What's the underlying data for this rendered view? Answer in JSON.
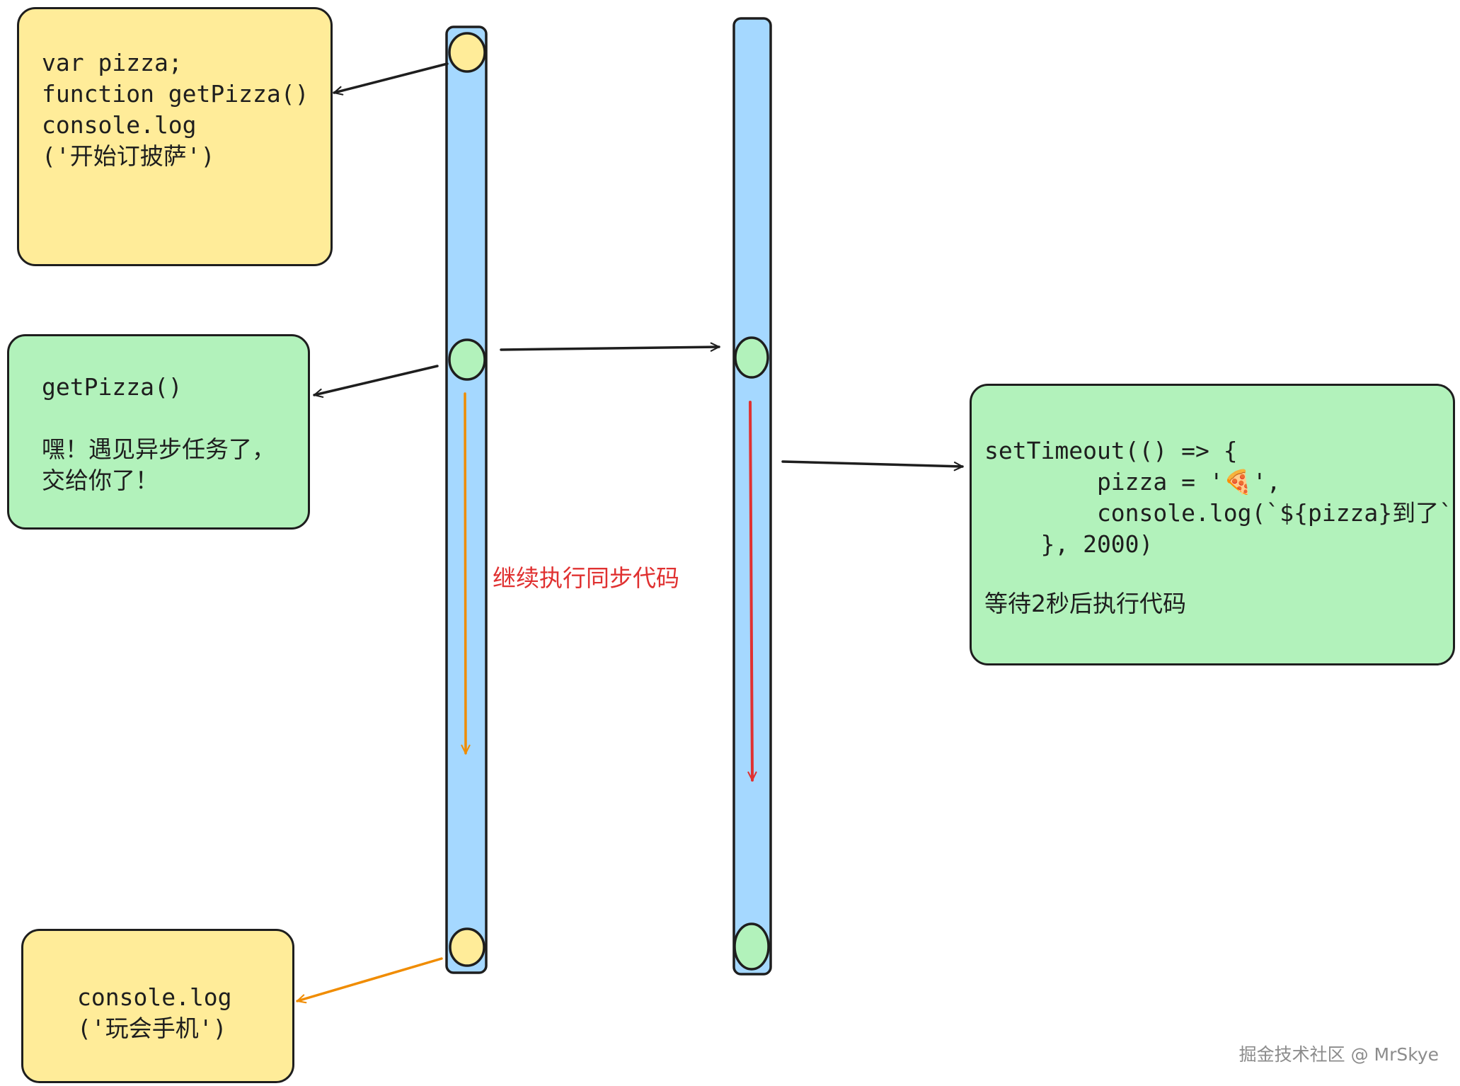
{
  "boxes": {
    "declare": {
      "lines": [
        "var pizza;",
        "function getPizza()",
        "console.log",
        "('开始订披萨')"
      ]
    },
    "async_call": {
      "call": "getPizza()",
      "note_lines": [
        "嘿！遇见异步任务了，",
        "交给你了！"
      ]
    },
    "timeout": {
      "code_lines": [
        "setTimeout(() => {",
        "        pizza = '🍕',",
        "        console.log(`${pizza}到了`)",
        "    }, 2000)"
      ],
      "note": "等待2秒后执行代码"
    },
    "phone": {
      "lines": [
        "console.log",
        "('玩会手机')"
      ]
    }
  },
  "labels": {
    "sync_continue": "继续执行同步代码"
  },
  "watermark": "掘金技术社区 @ MrSkye",
  "colors": {
    "lane_fill": "#a5d8ff",
    "yellow_fill": "#ffec99",
    "green_fill": "#b2f2bb",
    "stroke": "#1e1e1e",
    "orange_arrow": "#f08c00",
    "red_arrow": "#e03131"
  }
}
